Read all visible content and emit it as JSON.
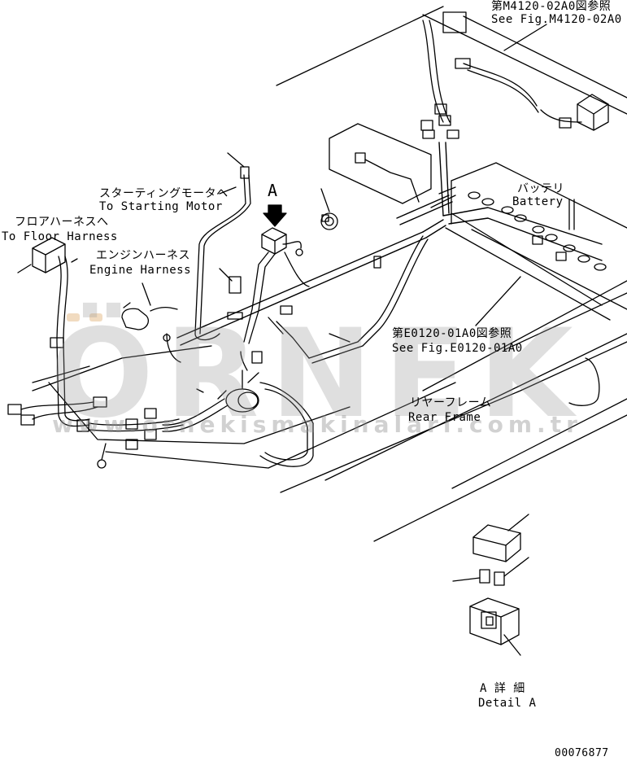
{
  "labels": {
    "see_fig_m4120_jp": "第M4120-02A0図参照",
    "see_fig_m4120_en": "See Fig.M4120-02A0",
    "starting_motor_jp": "スターティングモータへ",
    "starting_motor_en": "To Starting Motor",
    "floor_harness_jp": "フロアハーネスへ",
    "floor_harness_en": "To Floor Harness",
    "engine_harness_jp": "エンジンハーネス",
    "engine_harness_en": "Engine Harness",
    "battery_jp": "バッテリ",
    "battery_en": "Battery",
    "see_fig_e0120_jp": "第E0120-01A0図参照",
    "see_fig_e0120_en": "See Fig.E0120-01A0",
    "rear_frame_jp": "リヤーフレーム",
    "rear_frame_en": "Rear Frame",
    "detail_letter": "A",
    "detail_jp": "A 詳 細",
    "detail_en": "Detail A",
    "drawing_number": "00076877"
  },
  "watermark": {
    "brand": "ÖRNEK",
    "url": "www.ornekismakinalari.com.tr",
    "color": "#9a9a9a"
  },
  "colors": {
    "line": "#000000",
    "background": "#ffffff"
  }
}
